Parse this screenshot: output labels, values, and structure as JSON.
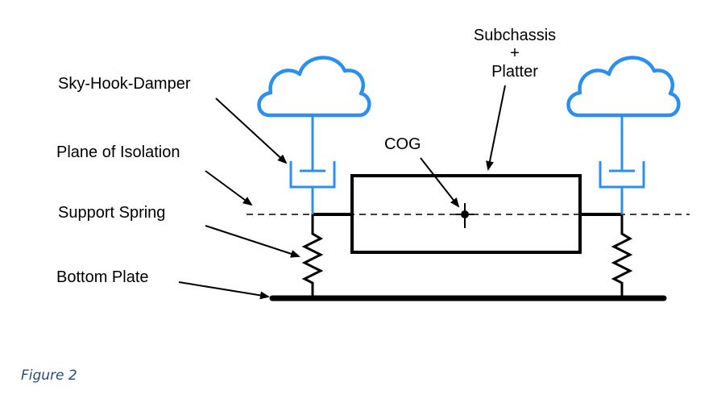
{
  "labels": {
    "sky_hook_damper": "Sky-Hook-Damper",
    "plane_of_isolation": "Plane of Isolation",
    "support_spring": "Support Spring",
    "bottom_plate": "Bottom Plate",
    "cog": "COG",
    "subchassis_line1": "Subchassis",
    "subchassis_line2": "+",
    "subchassis_line3": "Platter"
  },
  "caption": "Figure 2",
  "colors": {
    "line": "#000000",
    "damper_cloud": "#2b8ff0",
    "caption": "#1f4e79"
  },
  "icons": {
    "cloud": "cloud-icon",
    "spring": "spring-icon",
    "damper": "damper-icon"
  }
}
